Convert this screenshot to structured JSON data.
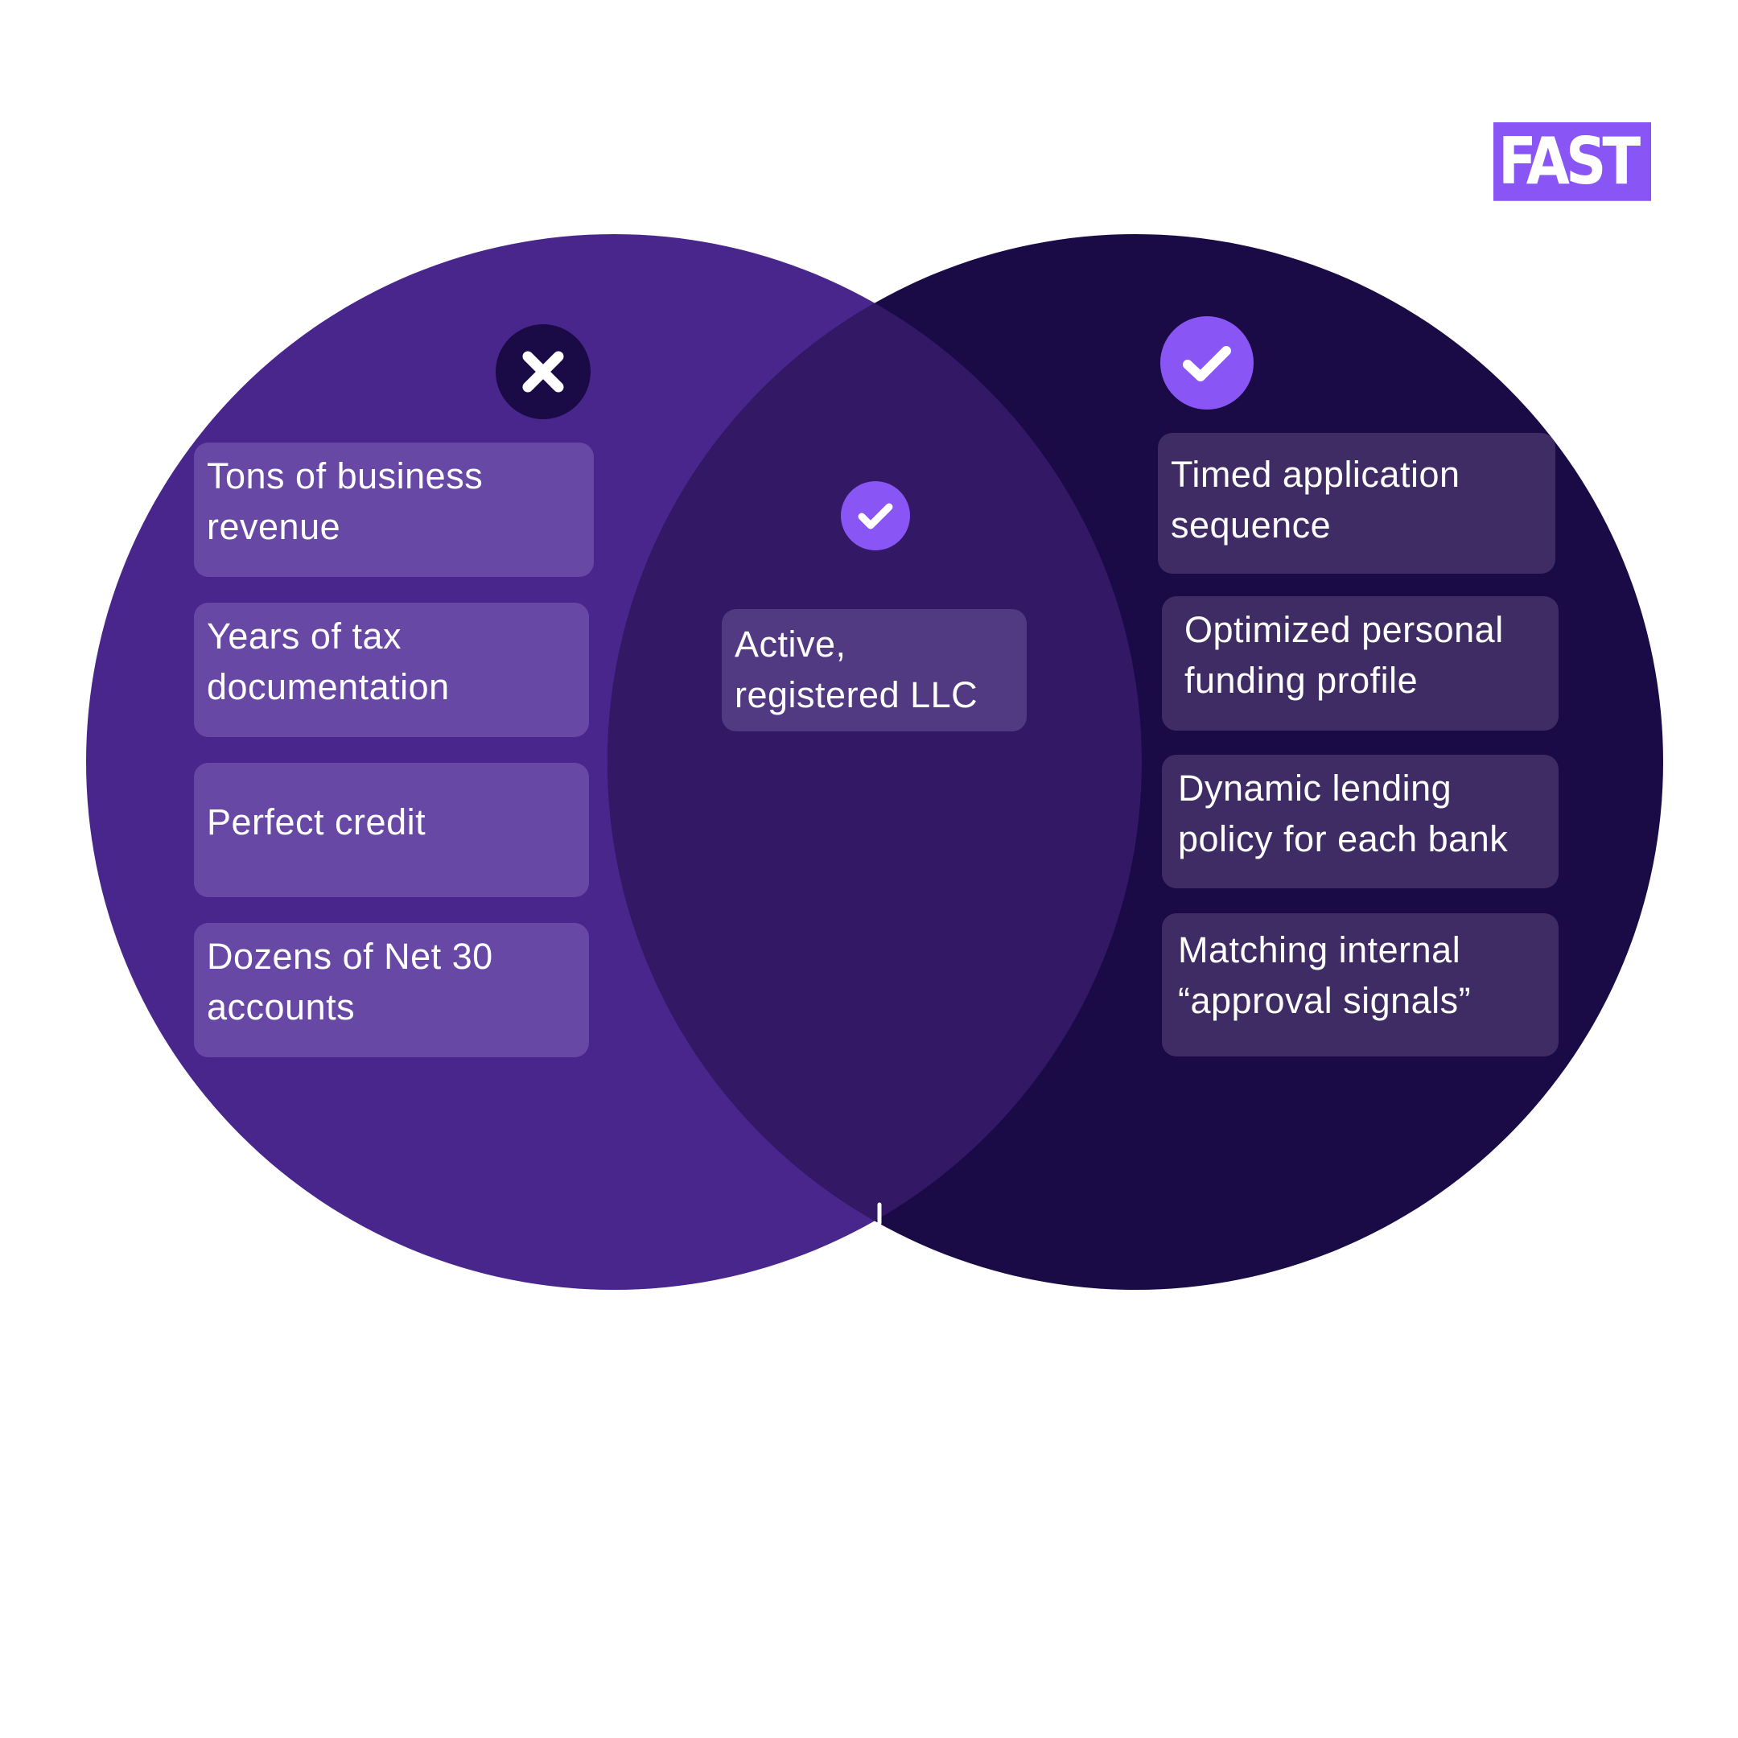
{
  "header": {
    "tag_label": "FAST"
  },
  "colors": {
    "left_circle": "#48268c",
    "right_circle": "#1a0a45",
    "overlap": "#321865",
    "accent": "#8a55f5",
    "left_card": "#6848a5",
    "middle_card": "#523a82",
    "right_card": "#3f2c64"
  },
  "diagram": {
    "left": {
      "icon": "close-icon",
      "items": [
        "Tons of business revenue",
        "Years of tax documentation",
        "Perfect credit",
        "Dozens of Net 30 accounts"
      ]
    },
    "middle": {
      "icon": "check-icon",
      "items": [
        "Active, registered LLC"
      ]
    },
    "right": {
      "icon": "check-icon",
      "items": [
        "Timed application sequence",
        "Optimized personal funding profile",
        "Dynamic lending policy for each bank",
        "Matching internal “approval signals”"
      ]
    }
  }
}
